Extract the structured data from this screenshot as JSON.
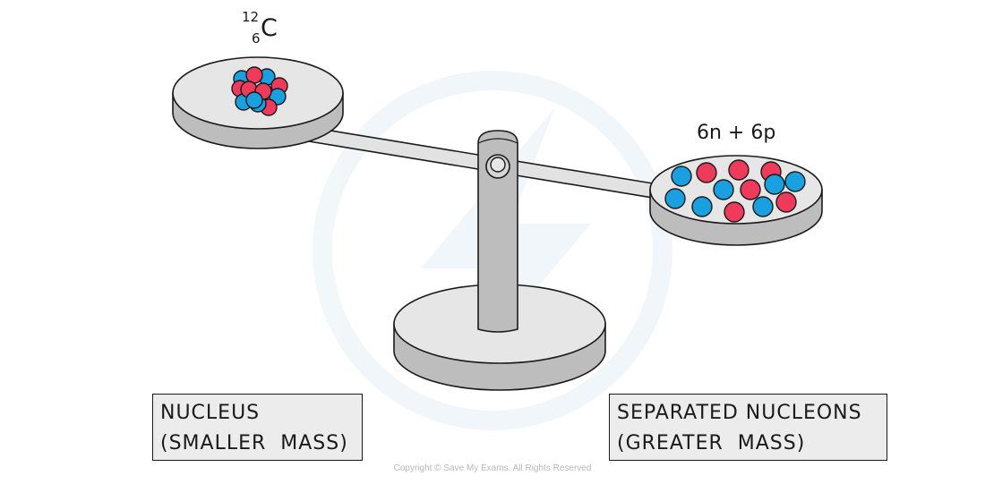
{
  "isotope": {
    "mass_number": "12",
    "atomic_number": "6",
    "symbol": "C"
  },
  "right_pan_label": "6n + 6p",
  "left_box": {
    "line1": "NUCLEUS",
    "line2": "(SMALLER  MASS)"
  },
  "right_box": {
    "line1": "SEPARATED NUCLEONS",
    "line2": "(GREATER  MASS)"
  },
  "copyright": "Copyright © Save My Exams. All Rights Reserved",
  "colors": {
    "proton": "#ee3b5b",
    "neutron": "#1aa0e0",
    "metal": "#d9d9d9",
    "outline": "#1a1a1a",
    "box_fill": "#ececec"
  }
}
